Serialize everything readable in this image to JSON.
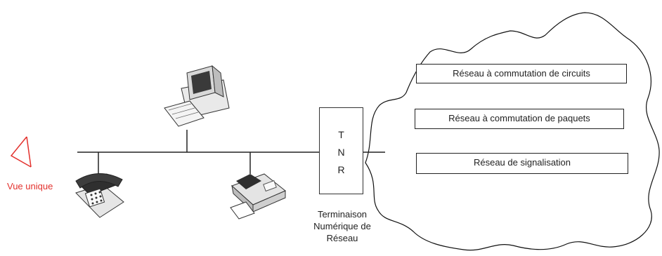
{
  "viewer": {
    "label": "Vue unique",
    "color": "#e3312d"
  },
  "tnr": {
    "letters": [
      "T",
      "N",
      "R"
    ],
    "caption": [
      "Terminaison",
      "Numérique de",
      "Réseau"
    ]
  },
  "networks": [
    {
      "label": "Réseau à commutation de circuits"
    },
    {
      "label": "Réseau à commutation de paquets"
    },
    {
      "label": "Réseau de signalisation"
    }
  ],
  "devices": [
    "computer",
    "telephone",
    "fax"
  ]
}
